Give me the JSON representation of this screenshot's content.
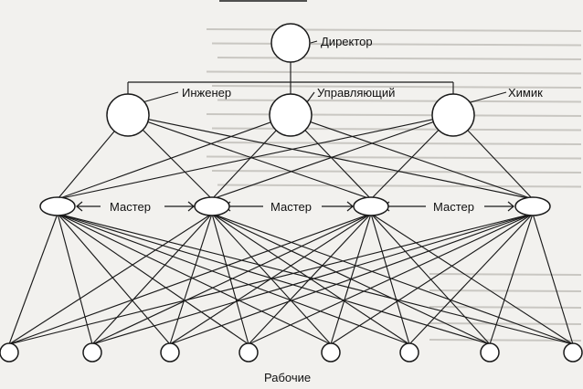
{
  "labels": {
    "director": "Директор",
    "engineer": "Инженер",
    "manager": "Управляющий",
    "chemist": "Химик",
    "foreman": "Мастер",
    "workers": "Рабочие"
  },
  "colors": {
    "line": "#1a1a1a",
    "node_fill": "#ffffff",
    "background": "#f2f1ee",
    "bleed_text": "#c9c7c2"
  },
  "nodes": {
    "director": {
      "shape": "circle"
    },
    "managers": [
      {
        "key": "engineer",
        "shape": "circle"
      },
      {
        "key": "manager",
        "shape": "circle"
      },
      {
        "key": "chemist",
        "shape": "circle"
      }
    ],
    "foremen_count": 4,
    "foreman_shape": "ellipse",
    "workers_count": 8,
    "worker_shape": "circle"
  }
}
